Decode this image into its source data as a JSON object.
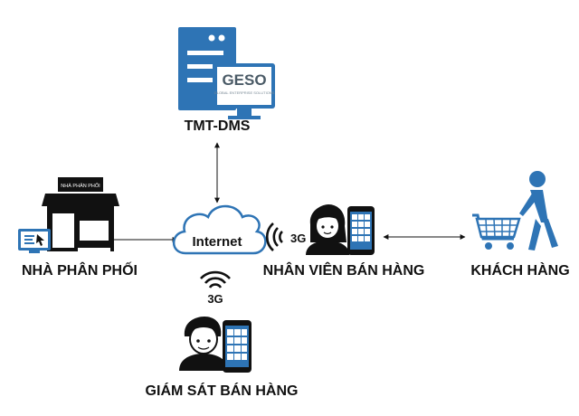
{
  "nodes": {
    "server": {
      "label": "TMT-DMS",
      "brand": "GESO",
      "brand_tagline": "GLOBAL ENTERPRISE SOLUTIONS"
    },
    "distributor": {
      "label": "NHÀ PHÂN PHỐI",
      "sign": "NHÀ PHÂN PHỐI"
    },
    "cloud": {
      "label": "Internet"
    },
    "salesperson": {
      "label": "NHÂN VIÊN BÁN HÀNG",
      "signal_label": "3G"
    },
    "customer": {
      "label": "KHÁCH HÀNG"
    },
    "supervisor": {
      "label": "GIÁM SÁT BÁN HÀNG",
      "signal_label": "3G"
    }
  },
  "colors": {
    "blue": "#2e74b5",
    "dark": "#111111",
    "cloud_stroke": "#2e74b5",
    "screen": "#ffffff"
  },
  "icons": [
    "server-icon",
    "monitor-icon",
    "store-icon",
    "cloud-icon",
    "phone-icon",
    "person-icon",
    "shopping-cart-icon",
    "wifi-icon"
  ]
}
